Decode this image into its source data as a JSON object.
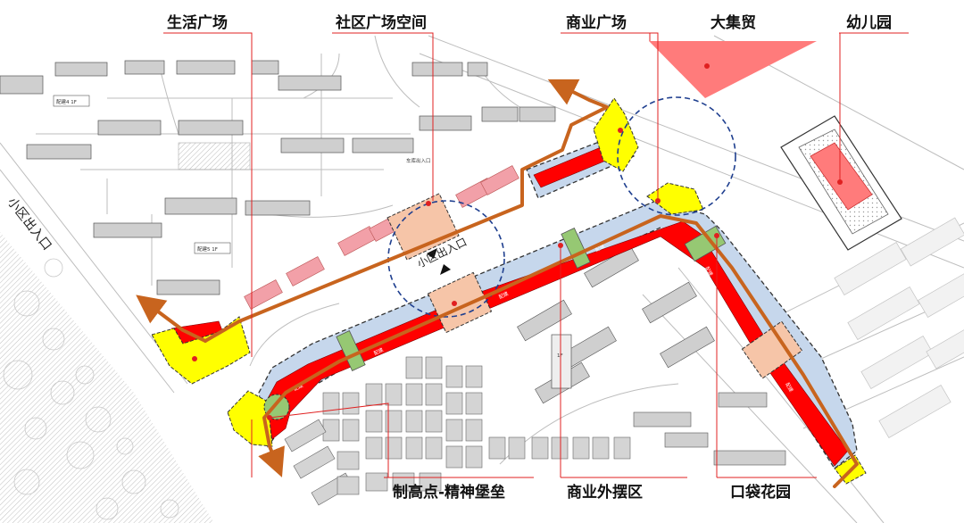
{
  "callouts": {
    "life_square": "生活广场",
    "community_square": "社区广场空间",
    "commercial_square": "商业广场",
    "big_market": "大集贸",
    "kindergarten": "幼儿园",
    "landmark": "制高点-精神堡垒",
    "outdoor_stalls": "商业外摆区",
    "pocket_garden": "口袋花园"
  },
  "map_text": {
    "entrance_left": "小区出入口",
    "entrance_center": "小区出入口",
    "vehicle_entrance": "车库出入口",
    "ancillary_a": "配建4 1F",
    "ancillary_b": "配建5 1F",
    "label_1f": "1F"
  },
  "colors": {
    "callout_line": "#e02020",
    "commercial_red": "#ff0000",
    "walkway_blue": "#c6d7ec",
    "plaza_yellow": "#ffff00",
    "square_peach": "#f6c5a8",
    "green_node": "#96c873",
    "route_orange": "#c8641e",
    "market_pink": "#ff7b7b"
  }
}
